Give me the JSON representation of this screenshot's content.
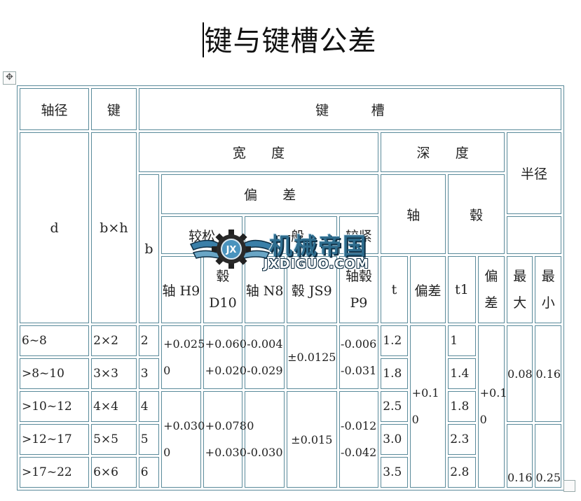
{
  "document": {
    "title": "键与键槽公差"
  },
  "watermark": {
    "text": "机械帝国",
    "subtitle": "JXDIGUO.COM",
    "badge": "JX"
  },
  "header": {
    "shaft_dia": "轴径",
    "key": "键",
    "keyway": "键          槽",
    "width": "宽      度",
    "depth": "深      度",
    "radius": "半径",
    "d": "d",
    "bxh": "b×h",
    "b": "b",
    "deviation": "偏      差",
    "shaft": "轴",
    "hub": "毂",
    "loose": "较松",
    "normal": "一般",
    "tight": "较紧",
    "shaft_h9": "轴 H9",
    "hub_d10_a": "毂",
    "hub_d10_b": "D10",
    "shaft_n8": "轴 N8",
    "hub_js9": "毂 JS9",
    "shaftHub_p9_a": "轴毂",
    "shaftHub_p9_b": "P9",
    "t": "t",
    "t_dev": "偏差",
    "t1": "t1",
    "t1_dev_a": "偏",
    "t1_dev_b": "差",
    "r_max_a": "最",
    "r_max_b": "大",
    "r_min_a": "最",
    "r_min_b": "小"
  },
  "rows": [
    {
      "d": "6~8",
      "bxh": "2×2",
      "b": "2",
      "t": "1.2",
      "t1": "1"
    },
    {
      "d": ">8~10",
      "bxh": "3×3",
      "b": "3",
      "t": "1.8",
      "t1": "1.4"
    },
    {
      "d": ">10~12",
      "bxh": "4×4",
      "b": "4",
      "t": "2.5",
      "t1": "1.8"
    },
    {
      "d": ">12~17",
      "bxh": "5×5",
      "b": "5",
      "t": "3.0",
      "t1": "2.3"
    },
    {
      "d": ">17~22",
      "bxh": "6×6",
      "b": "6",
      "t": "3.5",
      "t1": "2.8"
    }
  ],
  "groupA": {
    "h9_a": "+0.025",
    "h9_b": "0",
    "d10_a": "+0.060",
    "d10_b": "+0.020",
    "n8_a": "-0.004",
    "n8_b": "-0.029",
    "js9": "±0.0125",
    "p9_a": "-0.006",
    "p9_b": "-0.031",
    "r_max": "0.08",
    "r_min": "0.16"
  },
  "groupB": {
    "h9_a": "+0.030",
    "h9_b": "0",
    "d10_a": "+0.078",
    "d10_b": "+0.030",
    "n8_a": "0",
    "n8_b": "-0.030",
    "js9": "±0.015",
    "p9_a": "-0.012",
    "p9_b": "-0.042",
    "r_max": "0.16",
    "r_min": "0.25"
  },
  "depthTol": {
    "t_a": "+0.1",
    "t_b": "0",
    "t1_a": "+0.1",
    "t1_b": "0"
  }
}
